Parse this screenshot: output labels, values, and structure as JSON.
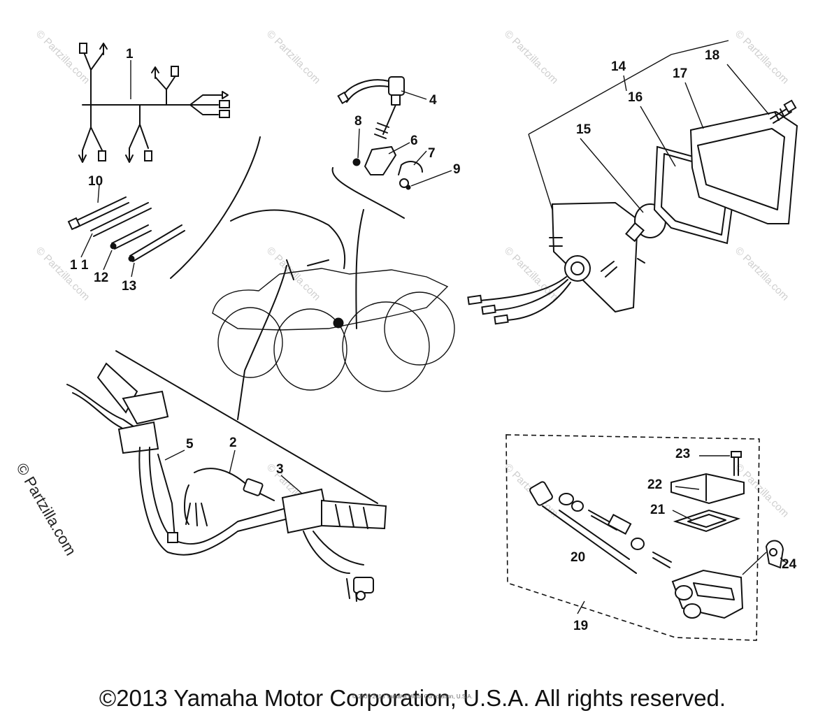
{
  "callouts": {
    "c1": "1",
    "c2": "2",
    "c3": "3",
    "c4": "4",
    "c5": "5",
    "c6": "6",
    "c7": "7",
    "c8": "8",
    "c9": "9",
    "c10": "10",
    "c11": "1 1",
    "c12": "12",
    "c13": "13",
    "c14": "14",
    "c15": "15",
    "c16": "16",
    "c17": "17",
    "c18": "18",
    "c19": "19",
    "c20": "20",
    "c21": "21",
    "c22": "22",
    "c23": "23",
    "c24": "24"
  },
  "watermark": {
    "main": "© Partzilla.com",
    "tile": "© Partzilla.com"
  },
  "footer": {
    "copyright": "©2013 Yamaha Motor Corporation, U.S.A. All rights reserved.",
    "fineprint": "© 2005-2013 Yamaha Motor Corporation, U.S.A."
  }
}
